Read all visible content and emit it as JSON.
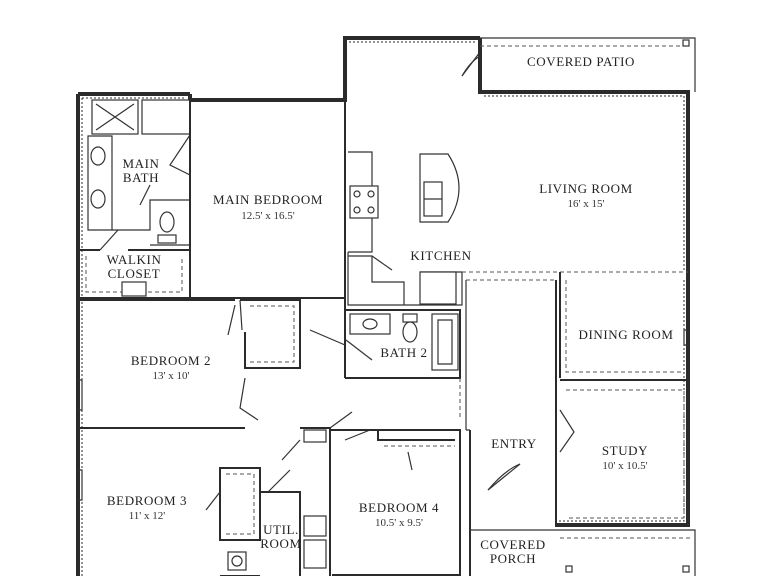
{
  "rooms": {
    "covered_patio": {
      "name": "COVERED PATIO"
    },
    "main_bath": {
      "name_line1": "MAIN",
      "name_line2": "BATH"
    },
    "walkin_closet": {
      "name_line1": "WALKIN",
      "name_line2": "CLOSET"
    },
    "main_bedroom": {
      "name": "MAIN BEDROOM",
      "dim": "12.5' x 16.5'"
    },
    "living_room": {
      "name": "LIVING ROOM",
      "dim": "16' x 15'"
    },
    "kitchen": {
      "name": "KITCHEN"
    },
    "dining_room": {
      "name": "DINING ROOM"
    },
    "bedroom_2": {
      "name": "BEDROOM 2",
      "dim": "13' x 10'"
    },
    "bath_2": {
      "name": "BATH 2"
    },
    "entry": {
      "name": "ENTRY"
    },
    "study": {
      "name": "STUDY",
      "dim": "10' x 10.5'"
    },
    "bedroom_3": {
      "name": "BEDROOM 3",
      "dim": "11' x 12'"
    },
    "utility": {
      "name_line1": "UTIL.",
      "name_line2": "ROOM"
    },
    "bedroom_4": {
      "name": "BEDROOM 4",
      "dim": "10.5' x 9.5'"
    },
    "covered_porch": {
      "name_line1": "COVERED",
      "name_line2": "PORCH"
    }
  }
}
